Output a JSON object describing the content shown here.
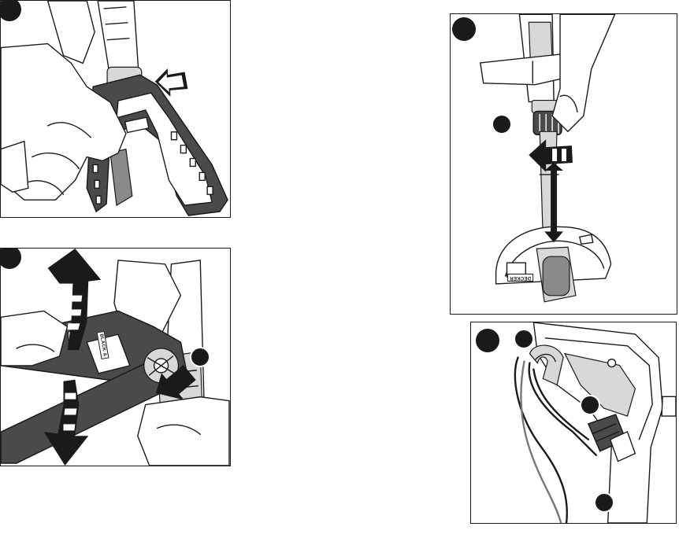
{
  "figures": [
    {
      "id": "figure-top-left",
      "step_label": ""
    },
    {
      "id": "figure-bottom-left",
      "step_label": "",
      "callouts": [
        ""
      ]
    },
    {
      "id": "figure-top-right",
      "step_label": "",
      "callouts": [
        ""
      ]
    },
    {
      "id": "figure-bottom-right",
      "step_label": "",
      "callouts": [
        "",
        "",
        ""
      ]
    }
  ],
  "brand_mark": {
    "line1": "BLACK &",
    "line2": "DECKER"
  },
  "colors": {
    "ink": "#1a1a1a",
    "dark_part": "#4a4a4a",
    "mid_part": "#8a8a8a",
    "light_part": "#d8d8d8"
  }
}
